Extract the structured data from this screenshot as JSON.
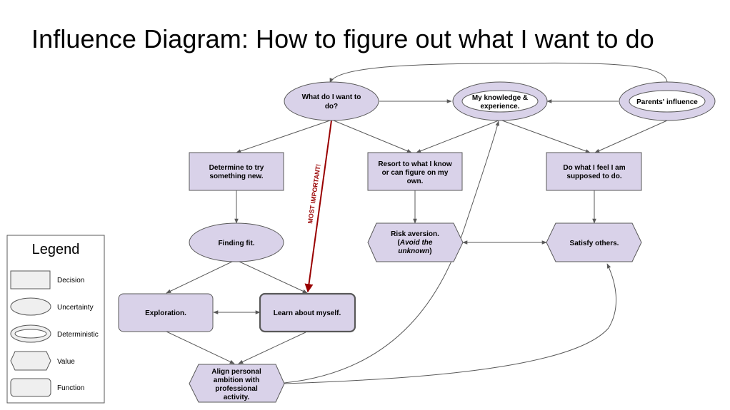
{
  "title": "Influence Diagram: How to figure out what I want to do",
  "colors": {
    "node_fill": "#d9d2e9",
    "legend_fill": "#efefef",
    "stroke": "#595959",
    "emphasis": "#990000"
  },
  "nodes": {
    "what_do_i_want": {
      "type": "uncertainty",
      "lines": [
        "What do I want to",
        "do?"
      ]
    },
    "knowledge": {
      "type": "deterministic",
      "lines": [
        "My knowledge &",
        "experience."
      ]
    },
    "parents": {
      "type": "deterministic",
      "lines": [
        "Parents' influence"
      ]
    },
    "try_new": {
      "type": "decision",
      "lines": [
        "Determine to try",
        "something new."
      ]
    },
    "resort": {
      "type": "decision",
      "lines": [
        "Resort to what I know",
        "or can figure on my",
        "own."
      ]
    },
    "supposed": {
      "type": "decision",
      "lines": [
        "Do what I feel I am",
        "supposed to do."
      ]
    },
    "finding_fit": {
      "type": "uncertainty",
      "lines": [
        "Finding fit."
      ]
    },
    "risk": {
      "type": "value",
      "lines": [
        "Risk aversion.",
        "(",
        "Avoid the",
        "unknown",
        ")"
      ]
    },
    "satisfy": {
      "type": "value",
      "lines": [
        "Satisfy others."
      ]
    },
    "exploration": {
      "type": "function",
      "lines": [
        "Exploration."
      ]
    },
    "learn": {
      "type": "function",
      "lines": [
        "Learn about myself."
      ]
    },
    "align": {
      "type": "value",
      "lines": [
        "Align personal",
        "ambition with",
        "professional",
        "activity."
      ]
    }
  },
  "edges": [
    {
      "from": "parents",
      "to": "what_do_i_want",
      "style": "curved"
    },
    {
      "from": "what_do_i_want",
      "to": "knowledge"
    },
    {
      "from": "parents",
      "to": "knowledge"
    },
    {
      "from": "what_do_i_want",
      "to": "try_new"
    },
    {
      "from": "what_do_i_want",
      "to": "resort"
    },
    {
      "from": "knowledge",
      "to": "resort"
    },
    {
      "from": "knowledge",
      "to": "supposed"
    },
    {
      "from": "parents",
      "to": "supposed"
    },
    {
      "from": "try_new",
      "to": "finding_fit"
    },
    {
      "from": "resort",
      "to": "risk"
    },
    {
      "from": "supposed",
      "to": "satisfy"
    },
    {
      "from": "risk",
      "to": "satisfy",
      "style": "bidirectional"
    },
    {
      "from": "finding_fit",
      "to": "exploration"
    },
    {
      "from": "finding_fit",
      "to": "learn"
    },
    {
      "from": "what_do_i_want",
      "to": "learn",
      "style": "emphasis",
      "label": "MOST IMPORTANT!"
    },
    {
      "from": "exploration",
      "to": "learn",
      "style": "bidirectional"
    },
    {
      "from": "exploration",
      "to": "align"
    },
    {
      "from": "learn",
      "to": "align"
    },
    {
      "from": "align",
      "to": "knowledge",
      "style": "curved"
    },
    {
      "from": "align",
      "to": "satisfy",
      "style": "curved"
    }
  ],
  "annotation": "MOST IMPORTANT!",
  "legend": {
    "title": "Legend",
    "items": [
      {
        "shape": "rectangle",
        "label": "Decision"
      },
      {
        "shape": "ellipse",
        "label": "Uncertainty"
      },
      {
        "shape": "double-ellipse",
        "label": "Deterministic"
      },
      {
        "shape": "hexagon",
        "label": "Value"
      },
      {
        "shape": "rounded-rectangle",
        "label": "Function"
      }
    ]
  }
}
